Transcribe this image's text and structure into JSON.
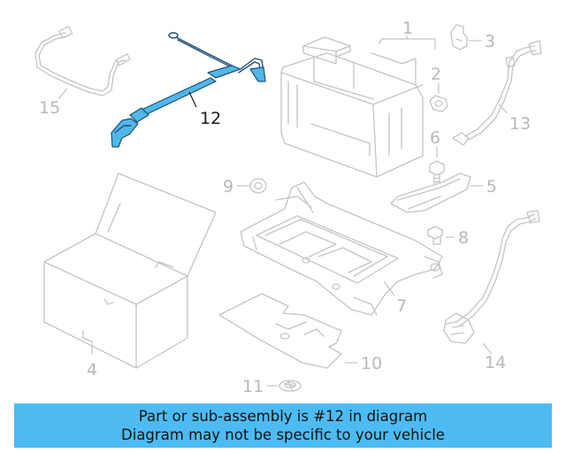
{
  "callouts": {
    "c1": "1",
    "c2": "2",
    "c3": "3",
    "c4": "4",
    "c5": "5",
    "c6": "6",
    "c7": "7",
    "c8": "8",
    "c9": "9",
    "c10": "10",
    "c11": "11",
    "c12": "12",
    "c13": "13",
    "c14": "14",
    "c15": "15"
  },
  "highlighted_part": "12",
  "colors": {
    "highlight": "#4fb8e8",
    "banner": "#4dbbf2",
    "ghost": "#c4c4c4"
  },
  "banner": {
    "line1": "Part or sub-assembly is #12 in diagram",
    "line2": "Diagram may not be specific to your vehicle"
  }
}
